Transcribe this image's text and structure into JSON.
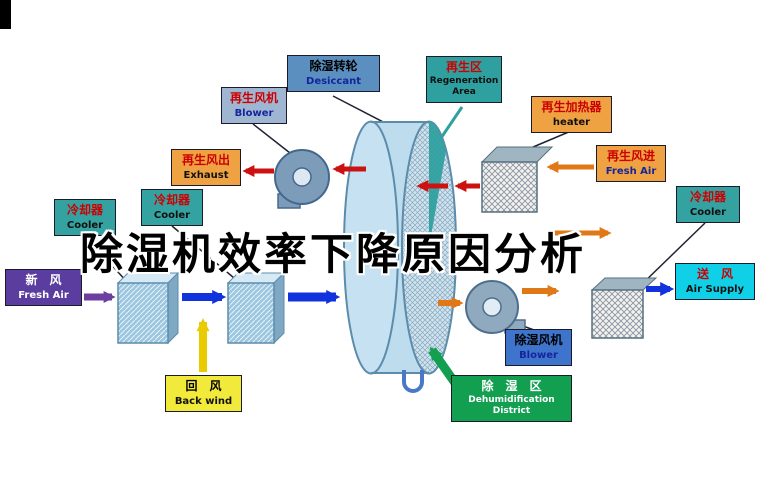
{
  "title": {
    "watermark": "除湿机效率下降原因分析"
  },
  "nodes": {
    "regen_blower": {
      "zh": "再生风机",
      "en": "Blower"
    },
    "desiccant": {
      "zh": "除湿转轮",
      "en": "Desiccant"
    },
    "regen_area": {
      "zh": "再生区",
      "en": "Regeneration Area"
    },
    "regen_heater": {
      "zh": "再生加热器",
      "en": "heater"
    },
    "exhaust": {
      "zh": "再生风出",
      "en": "Exhaust"
    },
    "regen_fresh_air": {
      "zh": "再生风进",
      "en": "Fresh Air"
    },
    "cooler_far_left": {
      "zh": "冷却器",
      "en": "Cooler"
    },
    "cooler_mid_left": {
      "zh": "冷却器",
      "en": "Cooler"
    },
    "cooler_right": {
      "zh": "冷却器",
      "en": "Cooler"
    },
    "fresh_air": {
      "zh": "新　风",
      "en": "Fresh Air"
    },
    "air_supply": {
      "zh": "送　风",
      "en": "Air Supply"
    },
    "back_wind": {
      "zh": "回　风",
      "en": "Back wind"
    },
    "dehumid_blower": {
      "zh": "除湿风机",
      "en": "Blower"
    },
    "dehumid_district": {
      "zh": "除　湿　区",
      "en": "Dehumidification District"
    }
  },
  "colors": {
    "label_teal": "#2fa0a0",
    "label_orange": "#efa242",
    "label_steel_blue": "#5a8fc0",
    "label_slate_blue": "#9fb6d2",
    "label_purple": "#5a3d9e",
    "label_cyan": "#10d0e8",
    "label_yellow": "#f2ea3a",
    "label_blue": "#3f74cc",
    "label_green": "#12a050",
    "wheel_body": "#bddcee",
    "arrow_red": "#cc1111",
    "arrow_orange": "#e07818",
    "arrow_blue": "#1133dd",
    "arrow_purple": "#6a3fa0",
    "arrow_yellow": "#e8cc00",
    "arrow_green": "#12a050"
  }
}
